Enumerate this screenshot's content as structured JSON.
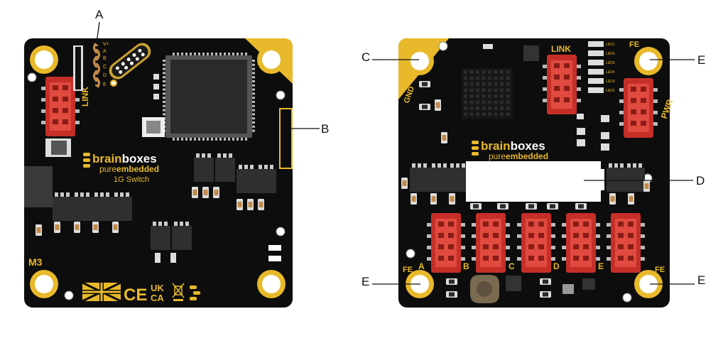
{
  "callouts": {
    "a": "A",
    "b": "B",
    "c": "C",
    "d": "D",
    "e1": "E",
    "e2": "E",
    "e3": "E"
  },
  "left_board": {
    "link_label": "LINK",
    "m3_label": "M3",
    "pin_labels": [
      "V+",
      "A",
      "B",
      "C",
      "D",
      "E"
    ],
    "logo": {
      "brain": "brain",
      "boxes": "boxes",
      "pure": "pure",
      "embedded": "embedded",
      "product": "1G Switch"
    },
    "marks": {
      "ce": "CE",
      "uk": "UK",
      "ca": "CA"
    }
  },
  "right_board": {
    "link_label": "LINK",
    "pwr_label": "PWR",
    "gnd_label": "GND",
    "fe_labels": [
      "FE",
      "FE",
      "FE"
    ],
    "led_labels": [
      "LED1",
      "LED6",
      "LED5",
      "LED4",
      "LED3",
      "LED2"
    ],
    "port_labels": [
      "A",
      "B",
      "C",
      "D",
      "E"
    ],
    "logo": {
      "brain": "brain",
      "boxes": "boxes",
      "pure": "pure",
      "embedded": "embedded"
    }
  },
  "colors": {
    "board": "#0d0d0d",
    "gold": "#e8b92a",
    "connector": "#d5332b",
    "chip": "#2a2a2a",
    "white": "#ffffff"
  }
}
